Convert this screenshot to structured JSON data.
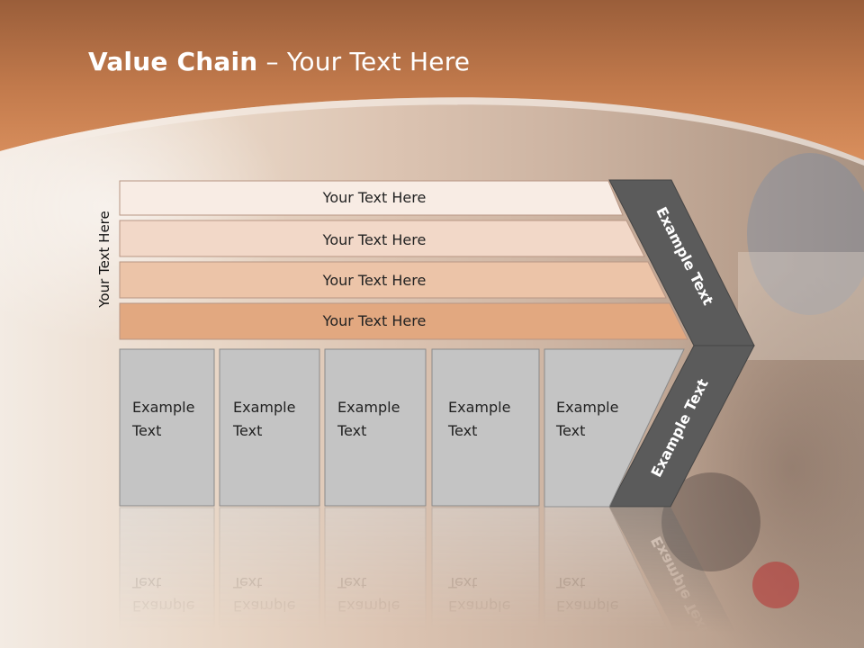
{
  "title": {
    "bold": "Value Chain",
    "rest": " – Your Text Here"
  },
  "side_label": "Your Text Here",
  "rows": [
    "Your Text Here",
    "Your Text Here",
    "Your Text Here",
    "Your Text Here"
  ],
  "boxes": [
    [
      "Example",
      "Text"
    ],
    [
      "Example",
      "Text"
    ],
    [
      "Example",
      "Text"
    ],
    [
      "Example",
      "Text"
    ],
    [
      "Example",
      "Text"
    ]
  ],
  "arrow_upper": "Example Text",
  "arrow_lower": "Example Text",
  "colors": {
    "header": "#cf8a55",
    "row1": "#f8ece4",
    "row2": "#f2d8c8",
    "row3": "#ecc4a8",
    "row4": "#e2a880",
    "box": "#c4c4c4",
    "arrow": "#5a5a5a"
  }
}
